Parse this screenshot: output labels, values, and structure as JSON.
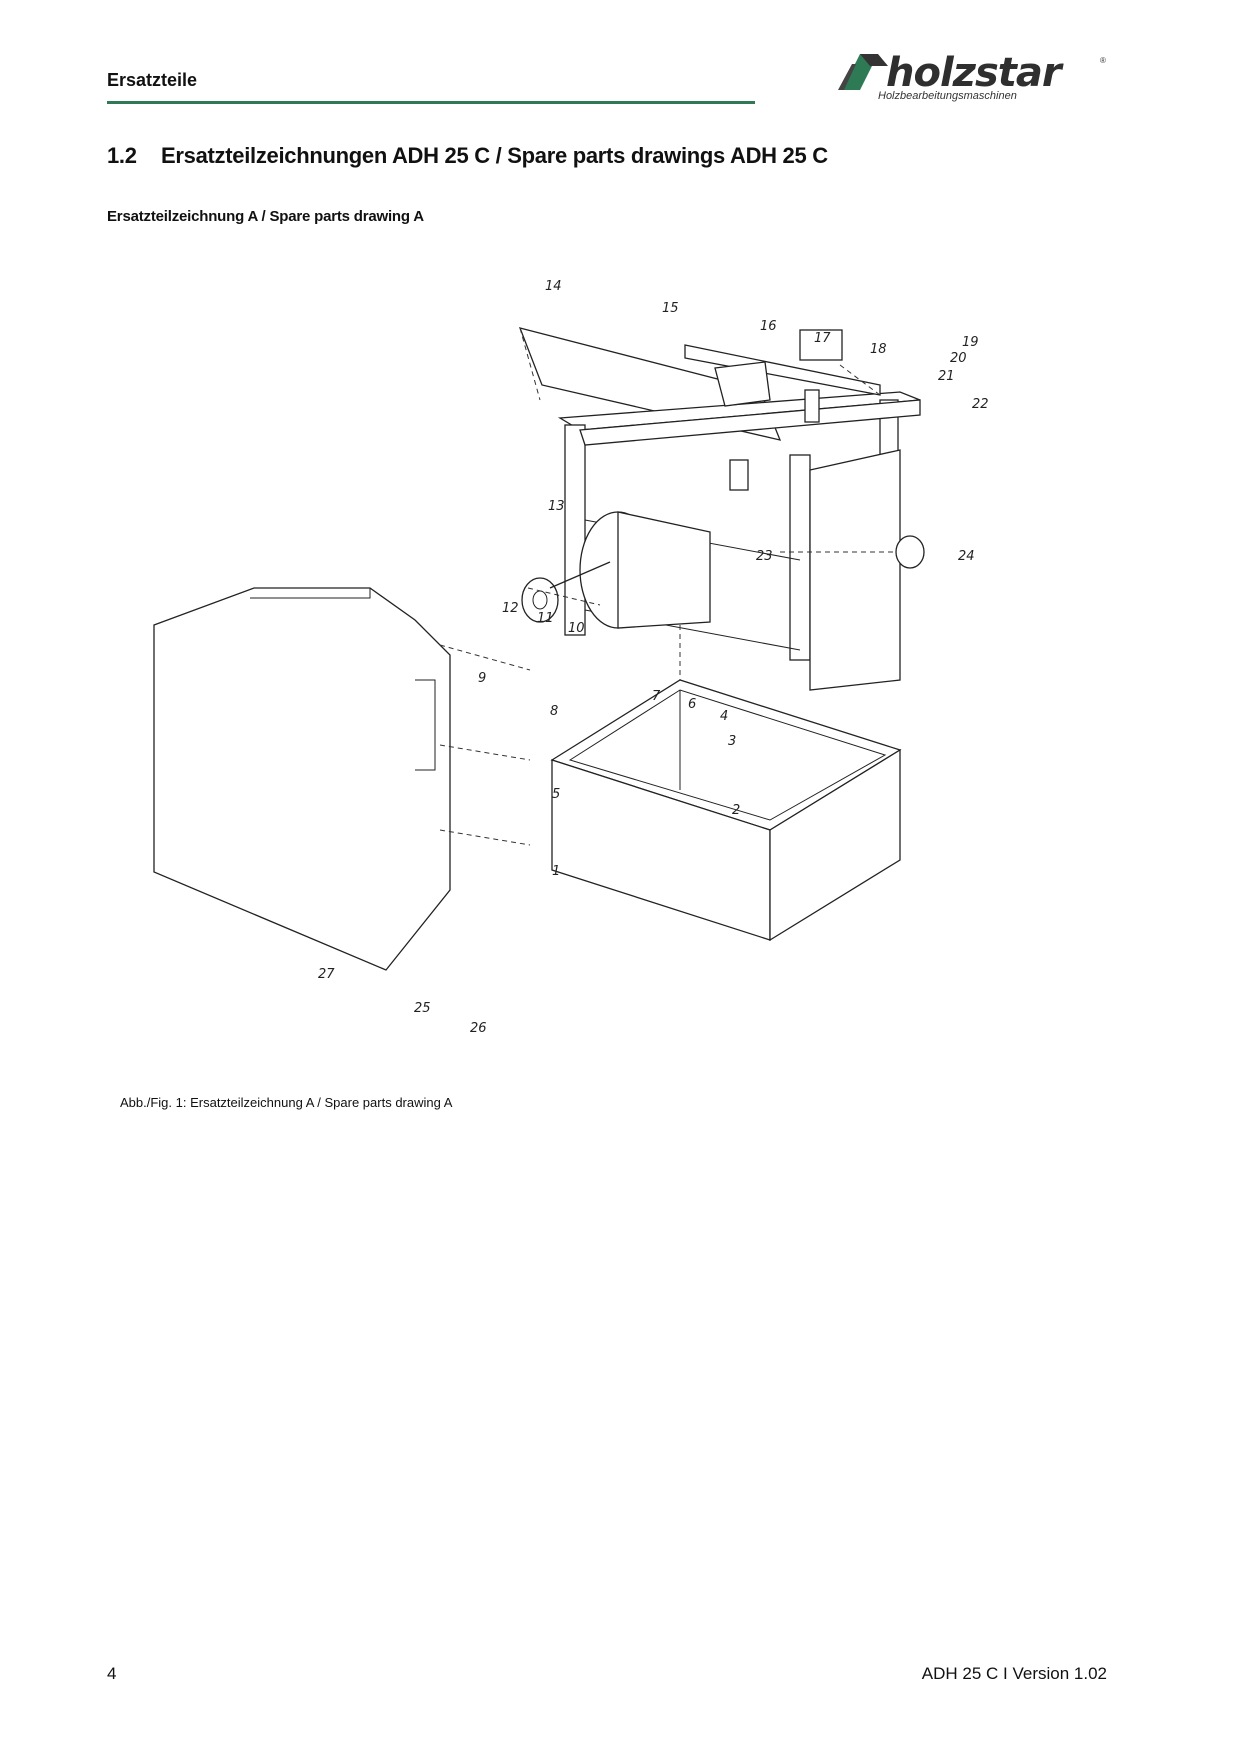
{
  "header": {
    "section_label": "Ersatzteile",
    "logo_text": "holzstar",
    "logo_tagline": "Holzbearbeitungsmaschinen",
    "logo_registered": "®"
  },
  "section": {
    "number": "1.2",
    "title": "Ersatzteilzeichnungen ADH 25 C  / Spare parts drawings ADH 25 C"
  },
  "subsection": {
    "title": "Ersatzteilzeichnung A / Spare parts drawing A"
  },
  "figure": {
    "caption": "Abb./Fig. 1: Ersatzteilzeichnung A / Spare parts drawing A",
    "callouts": [
      "1",
      "2",
      "3",
      "4",
      "5",
      "6",
      "7",
      "8",
      "9",
      "10",
      "11",
      "12",
      "13",
      "14",
      "15",
      "16",
      "17",
      "18",
      "19",
      "20",
      "21",
      "22",
      "23",
      "24",
      "25",
      "26",
      "27"
    ]
  },
  "footer": {
    "page_number": "4",
    "doc_version": "ADH 25 C  I Version 1.02"
  }
}
